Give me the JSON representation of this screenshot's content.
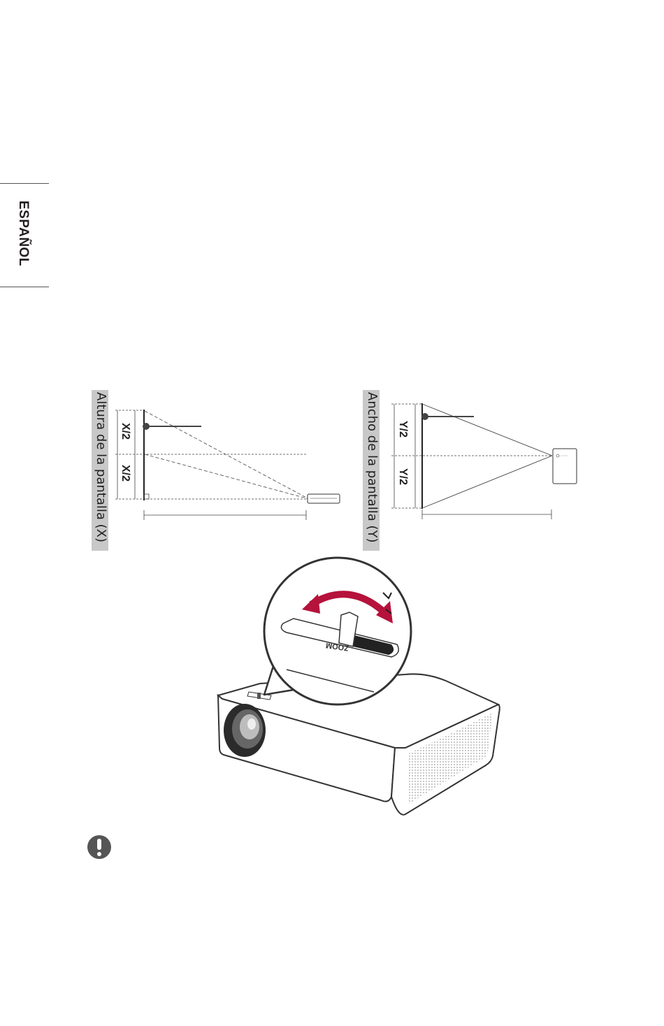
{
  "side_tab": {
    "label": "ESPAÑOL"
  },
  "diagram_x": {
    "screen_label": "Altura de la pantalla (X)",
    "half_top": "X/2",
    "half_bottom": "X/2"
  },
  "diagram_y": {
    "screen_label": "Ancho de la pantalla (Y)",
    "half_top": "Y/2",
    "half_bottom": "Y/2"
  },
  "zoom_illustration": {
    "lever_label": "ZOOM",
    "arrow_color": "#b5123c"
  },
  "note_icon": {
    "icon": "exclamation-icon"
  }
}
